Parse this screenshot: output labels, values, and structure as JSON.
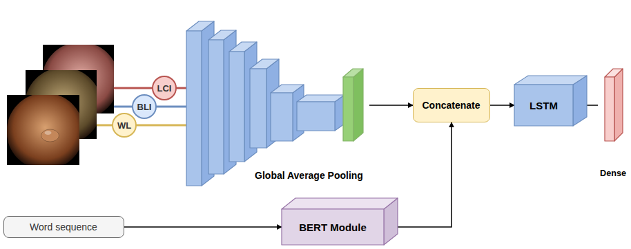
{
  "diagram": {
    "nodes": [
      {
        "text": [
          "LCI"
        ]
      },
      {
        "text": [
          "BLI"
        ]
      },
      {
        "text": [
          "WL"
        ]
      },
      {
        "text": [
          "Global Average Pooling"
        ]
      },
      {
        "text": [
          "Concatenate"
        ]
      },
      {
        "text": [
          "LSTM"
        ]
      },
      {
        "text": [
          "Dense"
        ]
      },
      {
        "text": [
          "Word sequence"
        ]
      },
      {
        "text": [
          "BERT Module"
        ]
      }
    ],
    "edges": [
      {
        "from": 3,
        "to": 4,
        "arrow": "to"
      },
      {
        "from": 4,
        "to": 5,
        "arrow": "to"
      },
      {
        "from": 5,
        "to": 6,
        "arrow": "none"
      },
      {
        "from": 7,
        "to": 8,
        "arrow": "to"
      },
      {
        "from": 8,
        "to": 4,
        "arrow": "to"
      }
    ]
  }
}
